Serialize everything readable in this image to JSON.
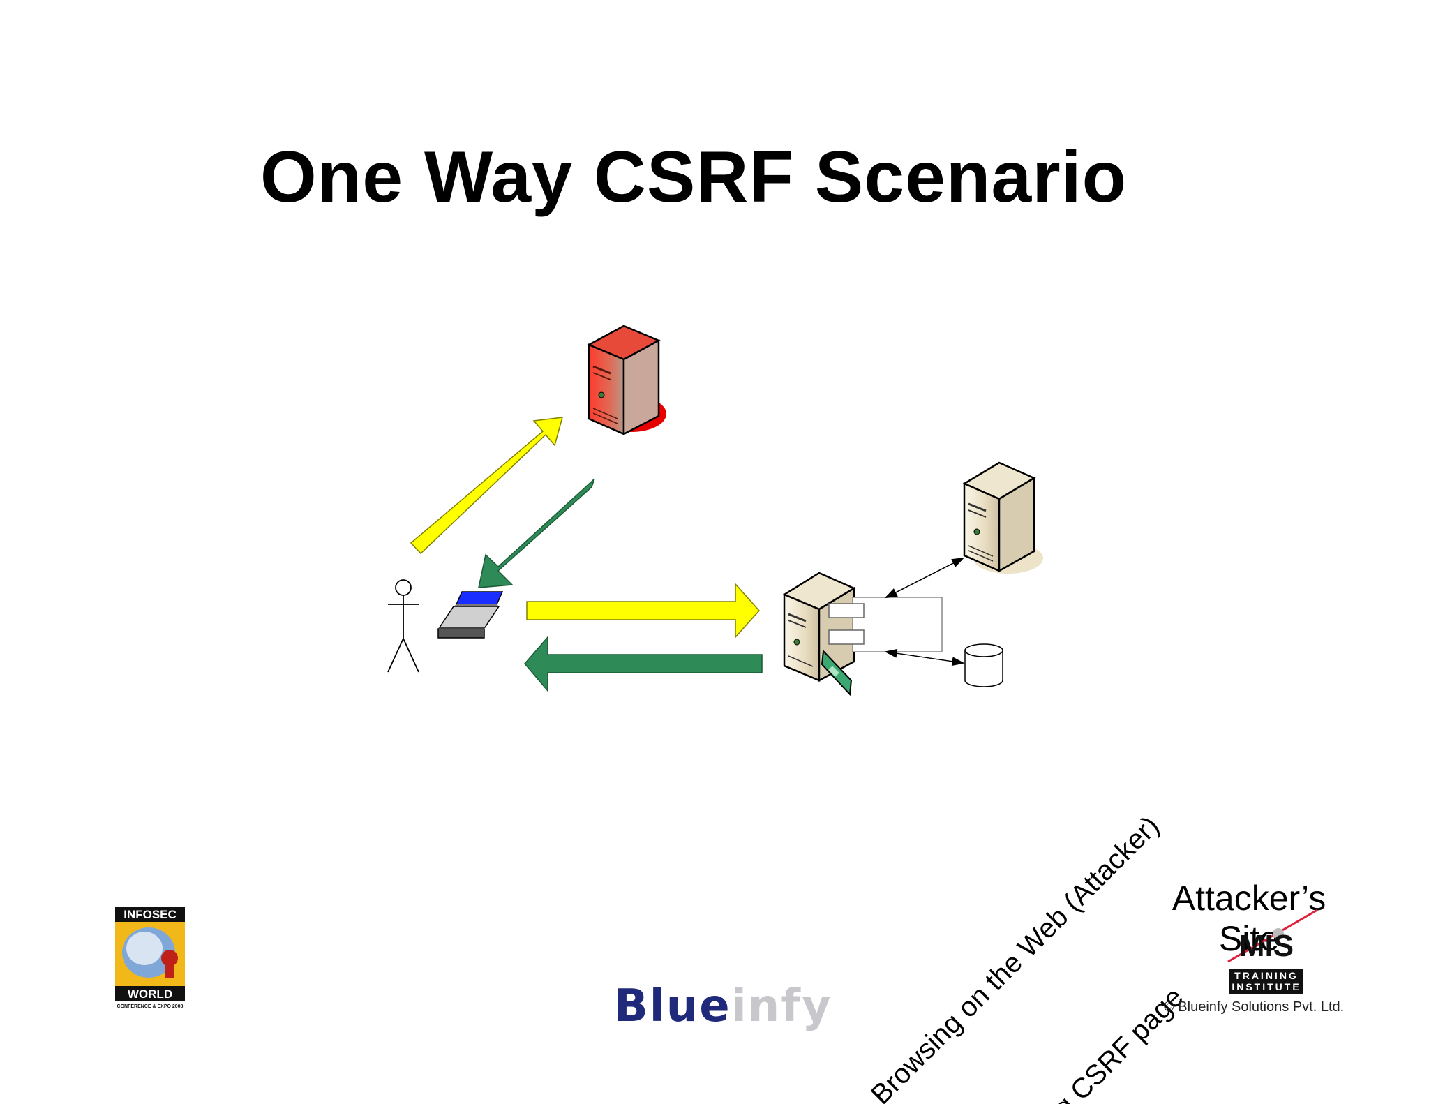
{
  "title": "One Way CSRF Scenario",
  "labels": {
    "browsing": "Browsing on the Web (Attacker)",
    "csrf_page": "ing CSRF page",
    "attacker_site_line1": "Attacker’s",
    "attacker_site_line2": "Site"
  },
  "footer": {
    "copyright": "© Blueinfy Solutions Pvt. Ltd.",
    "blueinfy_part1": "Blue",
    "blueinfy_part2": "infy",
    "infosec_top": "INFOSEC",
    "infosec_bottom": "WORLD",
    "infosec_sub": "CONFERENCE & EXPO 2008",
    "mis_brand": "MIS",
    "mis_line1": "TRAINING",
    "mis_line2": "INSTITUTE"
  },
  "colors": {
    "request_arrow": "#ffff00",
    "response_arrow": "#2e8b57",
    "attacker_server": "#e02020",
    "server_beige": "#e8dcc0",
    "laptop_screen": "#1a2fff"
  }
}
